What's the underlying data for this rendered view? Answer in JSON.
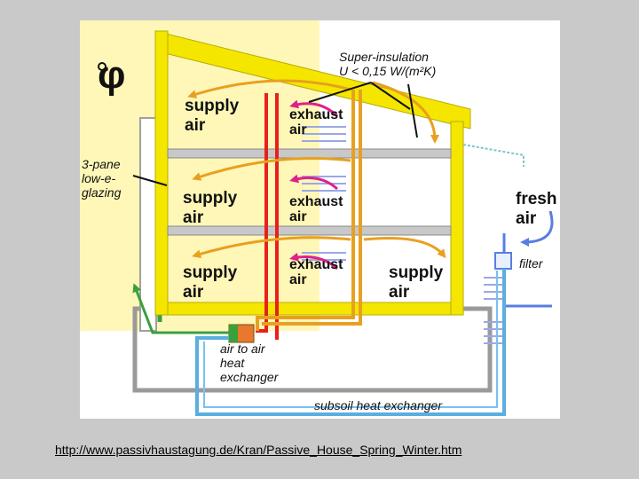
{
  "labels": {
    "super_insulation": [
      "Super-insulation",
      "U < 0,15 W/(m²K)"
    ],
    "supply_air_1": [
      "supply",
      "air"
    ],
    "supply_air_2": [
      "supply",
      "air"
    ],
    "supply_air_3": [
      "supply",
      "air"
    ],
    "supply_air_4": [
      "supply",
      "air"
    ],
    "exhaust_air_1": [
      "exhaust",
      "air"
    ],
    "exhaust_air_2": [
      "exhaust",
      "air"
    ],
    "exhaust_air_3": [
      "exhaust",
      "air"
    ],
    "glazing": [
      "3-pane",
      "low-e-",
      "glazing"
    ],
    "fresh_air": [
      "fresh",
      "air"
    ],
    "filter": "filter",
    "heat_exchanger": [
      "air to air",
      "heat",
      "exchanger"
    ],
    "subsoil": "subsoil heat exchanger",
    "phi_symbol": "φ"
  },
  "source_link": "http://www.passivhaustagung.de/Kran/Passive_House_Spring_Winter.htm",
  "colors": {
    "background": "#c9c9c9",
    "sun_band": "#fff7b8",
    "insulation": "#f5e600",
    "supply_duct": "#e8a020",
    "exhaust_duct": "#e8201c",
    "exhaust_arrow": "#e0208a",
    "fresh_duct": "#5a7ee0",
    "subsoil_duct": "#5aaee0",
    "green_glazing": "#3aa03a"
  }
}
